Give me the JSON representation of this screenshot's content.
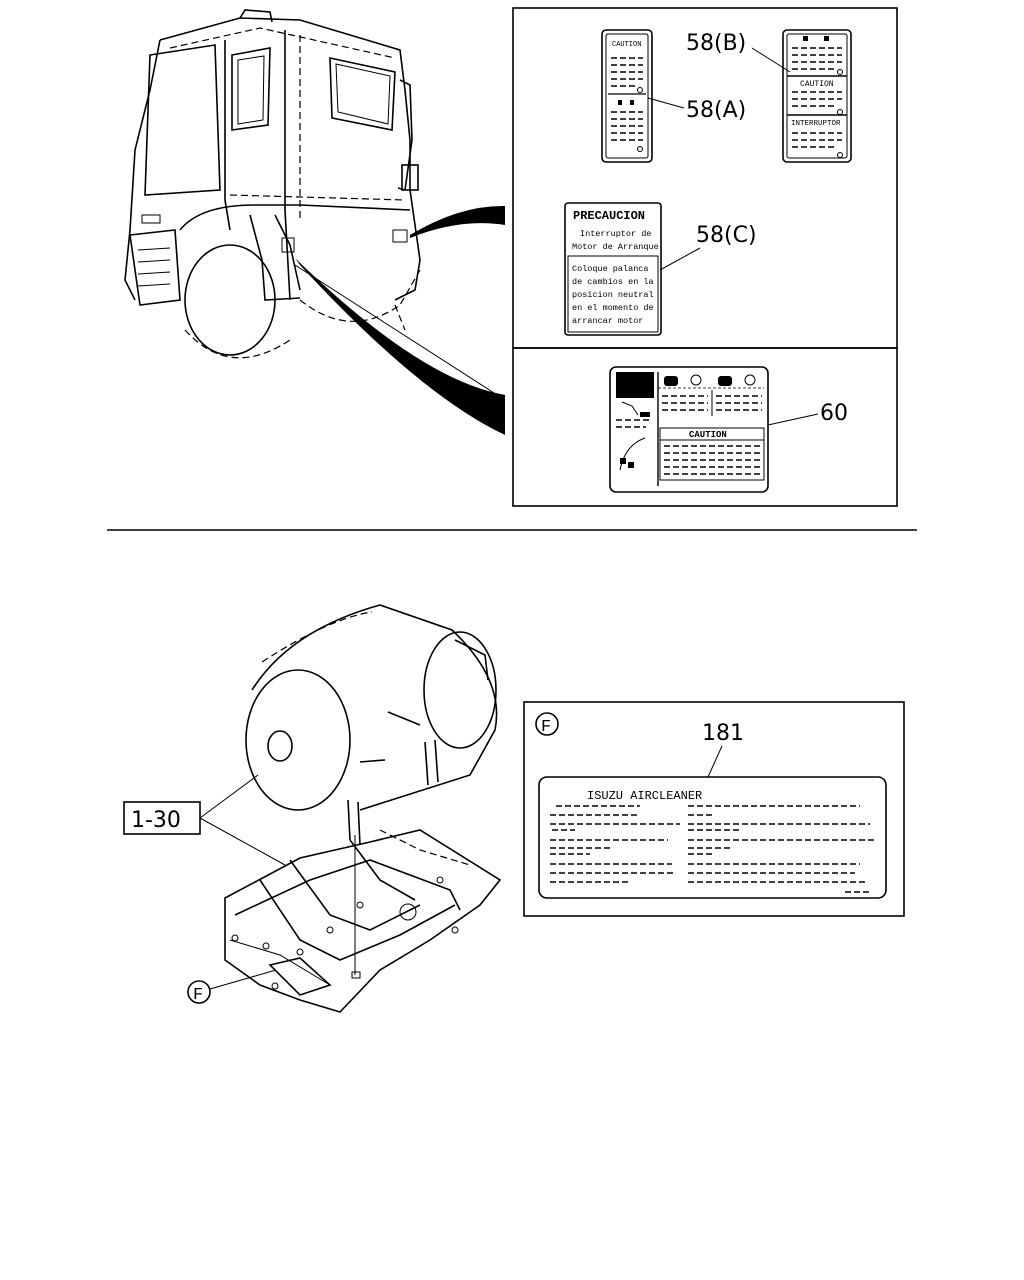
{
  "callouts": {
    "label_58b": "58(B)",
    "label_58a": "58(A)",
    "label_58c": "58(C)",
    "label_60": "60",
    "label_181": "181",
    "label_1_30": "1-30",
    "circle_f": "F",
    "panel_f_marker": "F"
  },
  "decal_58a": {
    "heading": "CAUTION"
  },
  "decal_58b": {
    "caution": "CAUTION",
    "interruptor": "INTERRUPTOR"
  },
  "decal_58c": {
    "title": "PRECAUCION",
    "subtitle_1": "Interruptor de",
    "subtitle_2": "Motor de Arranque",
    "body_1": "Coloque palanca",
    "body_2": "de cambios en la",
    "body_3": "posicion neutral",
    "body_4": "en el momento de",
    "body_5": "arrancar motor"
  },
  "decal_60": {
    "caution": "CAUTION"
  },
  "decal_181": {
    "heading": "ISUZU  AIRCLEANER"
  }
}
